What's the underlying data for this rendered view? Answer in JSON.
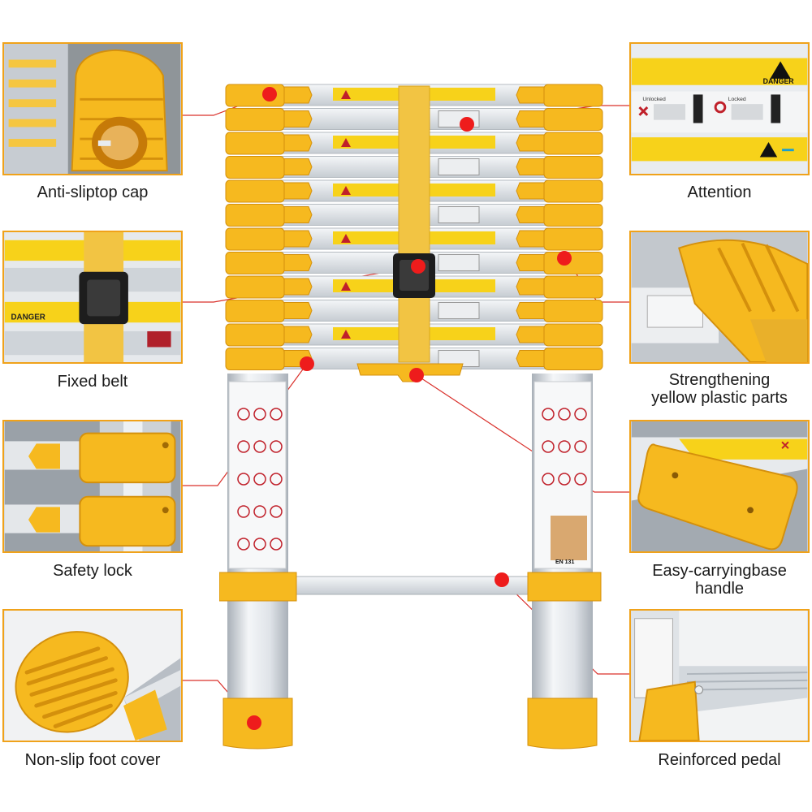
{
  "colors": {
    "accent": "#f0a21a",
    "plastic": "#f6b91f",
    "plastic_dark": "#d4900c",
    "aluminium": "#dfe3e8",
    "aluminium_dark": "#a9b0b8",
    "callout_line": "#d9302b",
    "callout_dot": "#ee1c1c",
    "label_yellow": "#f7d21a",
    "belt": "#f2c443"
  },
  "features": {
    "anti_sliptop_cap": {
      "label": "Anti-sliptop cap"
    },
    "attention": {
      "label": "Attention"
    },
    "fixed_belt": {
      "label": "Fixed belt"
    },
    "strengthening": {
      "line1": "Strengthening",
      "line2": "yellow  plastic parts"
    },
    "safety_lock": {
      "label": "Safety lock"
    },
    "carrying_handle": {
      "line1": "Easy-carryingbase",
      "line2": "handle"
    },
    "foot_cover": {
      "label": "Non-slip foot cover"
    },
    "pedal": {
      "label": "Reinforced pedal"
    }
  },
  "warning_label": {
    "danger": "DANGER",
    "unlocked": "Unlocked",
    "locked": "Locked",
    "standard": "EN 131"
  }
}
